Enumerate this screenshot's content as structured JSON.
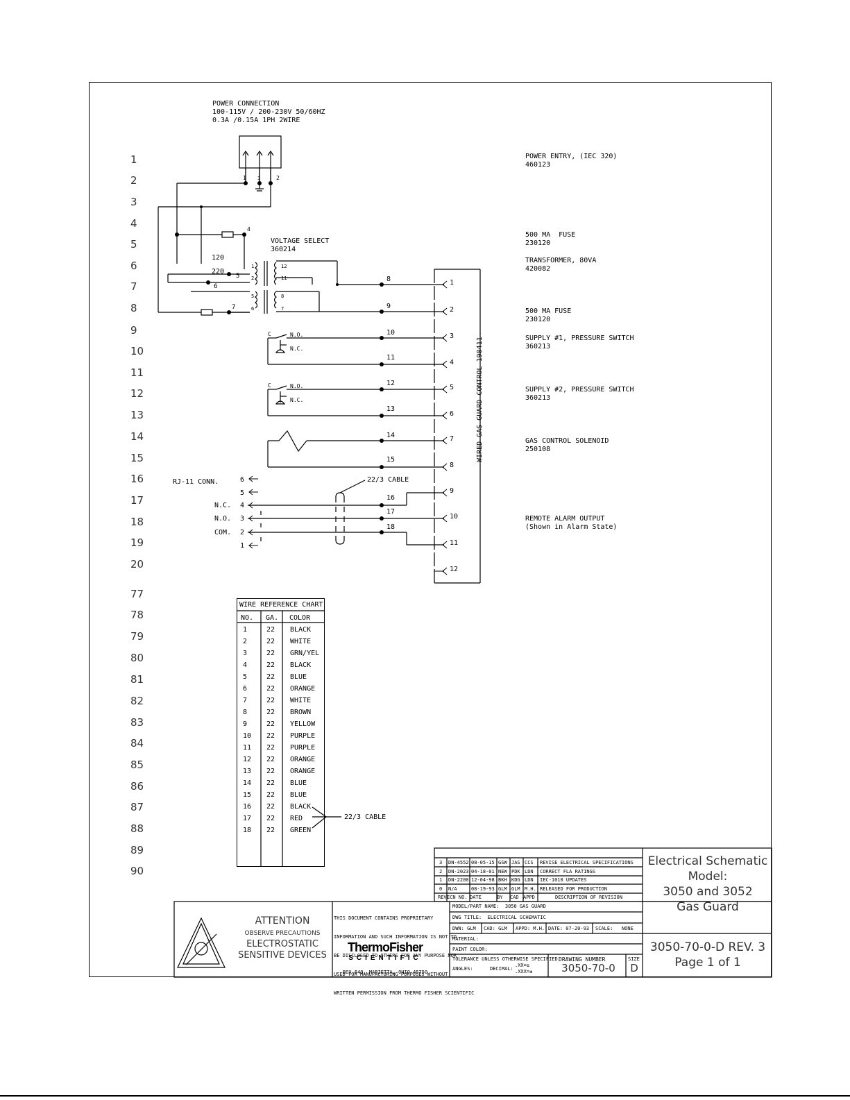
{
  "power": {
    "title": "POWER CONNECTION",
    "line1": "100-115V / 200-230V 50/60HZ",
    "line2": "0.3A /0.15A 1PH 2WIRE"
  },
  "row_numbers": [
    "1",
    "2",
    "3",
    "4",
    "5",
    "6",
    "7",
    "8",
    "9",
    "10",
    "11",
    "12",
    "13",
    "14",
    "15",
    "16",
    "17",
    "18",
    "19",
    "20",
    "77",
    "78",
    "79",
    "80",
    "81",
    "82",
    "83",
    "84",
    "85",
    "86",
    "87",
    "88",
    "89",
    "90"
  ],
  "components": [
    {
      "name": "POWER ENTRY, (IEC 320)",
      "part": "460123"
    },
    {
      "name": "500 MA  FUSE",
      "part": "230120"
    },
    {
      "name": "TRANSFORMER, 80VA",
      "part": "420082"
    },
    {
      "name": "500 MA FUSE",
      "part": "230120"
    },
    {
      "name": "SUPPLY #1, PRESSURE SWITCH",
      "part": "360213"
    },
    {
      "name": "SUPPLY #2, PRESSURE SWITCH",
      "part": "360213"
    },
    {
      "name": "GAS CONTROL SOLENOID",
      "part": "250108"
    },
    {
      "name": "REMOTE ALARM OUTPUT",
      "part": "(Shown in Alarm State)"
    }
  ],
  "voltage_select": {
    "label": "VOLTAGE SELECT",
    "part": "360214",
    "v120": "120",
    "v220": "220"
  },
  "control_label": "WIRED GAS GUARD CONTROL 190411",
  "terminals": [
    "1",
    "2",
    "3",
    "4",
    "5",
    "6",
    "7",
    "8",
    "9",
    "10",
    "11",
    "12"
  ],
  "wire_labels": [
    "8",
    "9",
    "10",
    "11",
    "12",
    "13",
    "14",
    "15",
    "16",
    "17",
    "18"
  ],
  "small_labels": {
    "n1": "1",
    "n2": "2",
    "n4": "4",
    "n5": "5",
    "n6": "6",
    "n7": "7",
    "t12": "12",
    "t11": "11",
    "t8": "8",
    "t7": "7",
    "t1": "1",
    "t2": "2",
    "t5": "5",
    "t6": "6",
    "tt3": "3",
    "tt4": "4",
    "c": "C",
    "no": "N.O.",
    "nc": "N.C."
  },
  "rj11": {
    "label": "RJ-11 CONN.",
    "pins": [
      "6",
      "5",
      "4",
      "3",
      "2",
      "1"
    ],
    "nc": "N.C.",
    "no": "N.O.",
    "com": "COM.",
    "cable": "22/3 CABLE"
  },
  "wire_chart": {
    "title": "WIRE REFERENCE CHART",
    "headers": [
      "NO.",
      "GA.",
      "COLOR"
    ],
    "rows": [
      [
        "1",
        "22",
        "BLACK"
      ],
      [
        "2",
        "22",
        "WHITE"
      ],
      [
        "3",
        "22",
        "GRN/YEL"
      ],
      [
        "4",
        "22",
        "BLACK"
      ],
      [
        "5",
        "22",
        "BLUE"
      ],
      [
        "6",
        "22",
        "ORANGE"
      ],
      [
        "7",
        "22",
        "WHITE"
      ],
      [
        "8",
        "22",
        "BROWN"
      ],
      [
        "9",
        "22",
        "YELLOW"
      ],
      [
        "10",
        "22",
        "PURPLE"
      ],
      [
        "11",
        "22",
        "PURPLE"
      ],
      [
        "12",
        "22",
        "ORANGE"
      ],
      [
        "13",
        "22",
        "ORANGE"
      ],
      [
        "14",
        "22",
        "BLUE"
      ],
      [
        "15",
        "22",
        "BLUE"
      ],
      [
        "16",
        "22",
        "BLACK"
      ],
      [
        "17",
        "22",
        "RED"
      ],
      [
        "18",
        "22",
        "GREEN"
      ]
    ],
    "cable_note": "22/3 CABLE"
  },
  "revisions": {
    "rows": [
      [
        "3",
        "DN-4552",
        "08-05-15",
        "GSW",
        "JAS",
        "CCS",
        "REVISE ELECTRICAL SPECIFICATIONS"
      ],
      [
        "2",
        "DN-2023",
        "04-18-01",
        "NEW",
        "PDK",
        "LDN",
        "CORRECT FLA RATINGS"
      ],
      [
        "1",
        "DN-2200",
        "12-04-98",
        "BKH",
        "KDG",
        "LDN",
        "IEC-1010 UPDATES"
      ],
      [
        "0",
        "N/A",
        "08-19-93",
        "GLM",
        "GLM",
        "M.H.",
        "RELEASED FOR PRODUCTION"
      ]
    ],
    "header": [
      "REV",
      "ECN NO.",
      "DATE",
      "BY",
      "CAD",
      "APPD",
      "DESCRIPTION OF REVISION"
    ]
  },
  "title_block": {
    "schematic_title": [
      "Electrical Schematic",
      "Model:",
      "3050 and 3052",
      "Gas Guard"
    ],
    "attention": "ATTENTION",
    "observe": "OBSERVE PRECAUTIONS",
    "esd1": "ELECTROSTATIC",
    "esd2": "SENSITIVE DEVICES",
    "proprietary": [
      "THIS DOCUMENT CONTAINS PROPRIETARY",
      "INFORMATION AND SUCH INFORMATION IS NOT TO",
      "BE DISCLOSED TO OTHERS FOR ANY PURPOSE NOR",
      "USED FOR MANUFACTURING PURPOSES WITHOUT",
      "WRITTEN PERMISSION FROM THERMO FISHER SCIENTIFIC"
    ],
    "logo_top": "ThermoFisher",
    "logo_bottom": "SCIENTIFIC",
    "address": "BOX 649, MARIETTA, OHIO 45750",
    "model_part": "MODEL/PART NAME:  3050 GAS GUARD",
    "dwg_title": "DWG TITLE:  ELECTRICAL SCHEMATIC",
    "dwn": "DWN: GLM",
    "cad": "CAD: GLM",
    "appd": "APPD: M.H.",
    "date": "DATE: 07-20-93",
    "scale": "SCALE:   NONE",
    "material": "MATERIAL:",
    "paint": "PAINT COLOR:",
    "tolerance": "TOLERANCE UNLESS OTHERWISE SPECIFIED",
    "angles": "ANGLES:",
    "decimal": "DECIMAL:",
    "dec_vals": ".XX=±\n.XXX=±",
    "drawing_number_label": "DRAWING NUMBER",
    "drawing_number": "3050-70-0",
    "size_label": "SIZE",
    "size": "D",
    "rev_line": "3050-70-0-D REV. 3",
    "page_line": "Page 1 of 1"
  }
}
